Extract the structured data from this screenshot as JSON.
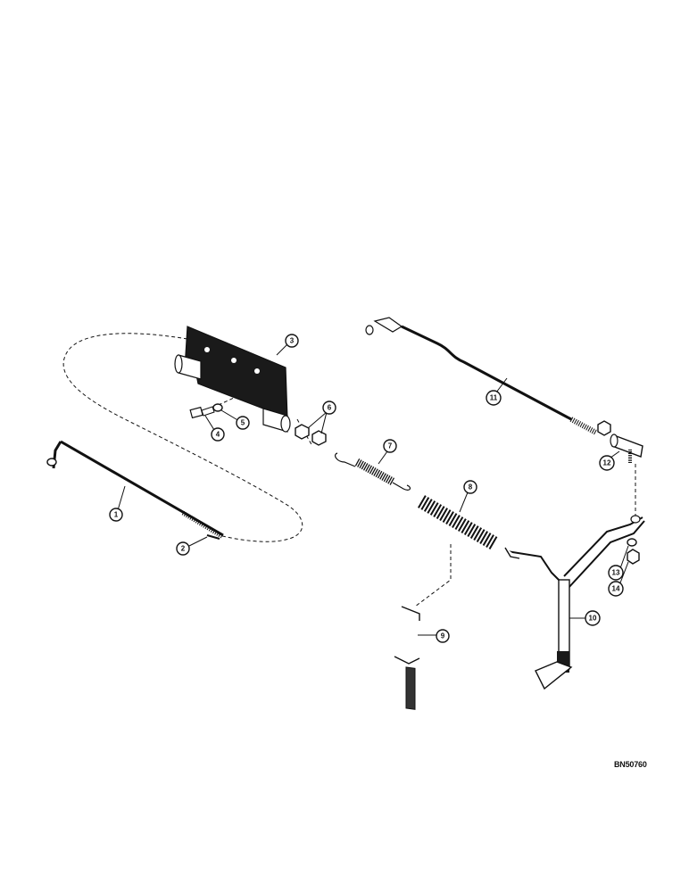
{
  "reference_code": "BN50760",
  "callouts": [
    "1",
    "2",
    "3",
    "4",
    "5",
    "6",
    "7",
    "8",
    "9",
    "10",
    "11",
    "12",
    "13",
    "14"
  ]
}
